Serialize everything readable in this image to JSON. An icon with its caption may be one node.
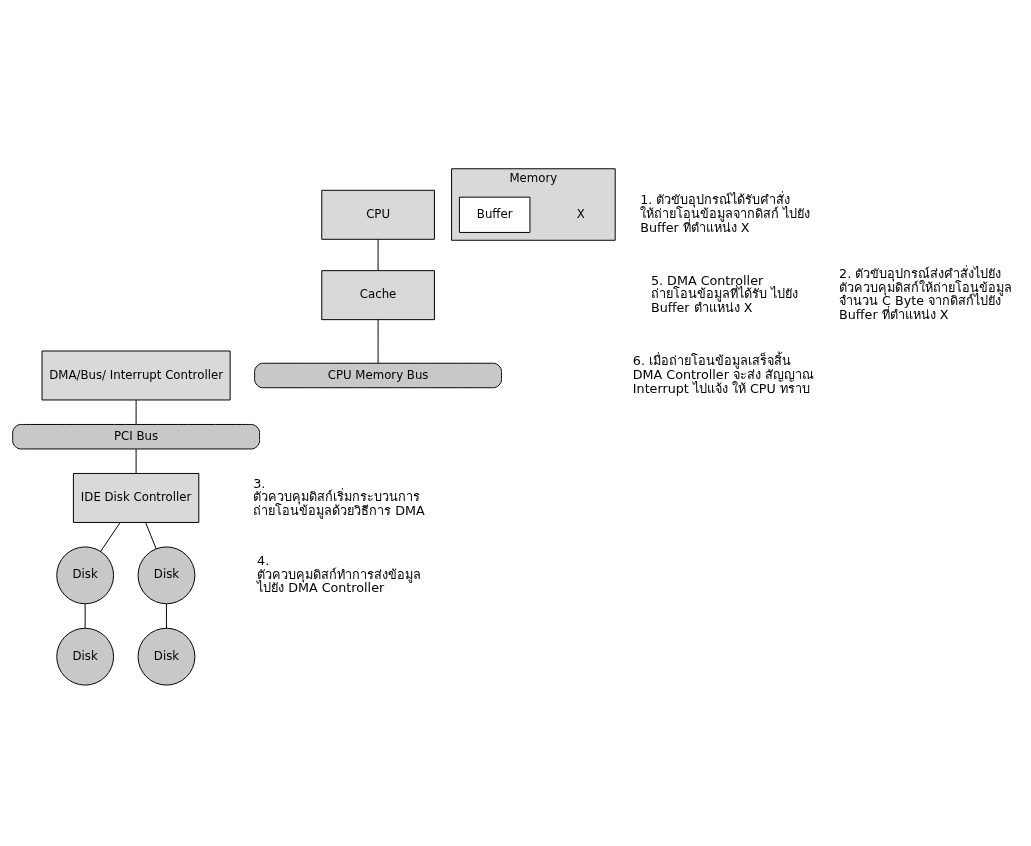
{
  "diagram": {
    "nodes": [
      {
        "text": [
          "CPU"
        ]
      },
      {
        "text": [
          "Cache"
        ]
      },
      {
        "text": [
          "DMA/Bus/ Interrupt Controller"
        ]
      },
      {
        "text": [
          "CPU Memory Bus"
        ]
      },
      {
        "text": [
          "Memory"
        ]
      },
      {
        "text": [
          "Buffer"
        ],
        "in": 4
      },
      {
        "text": [
          "PCI Bus"
        ]
      },
      {
        "text": [
          "IDE Disk Controller"
        ]
      },
      {
        "text": [
          "Disk"
        ]
      },
      {
        "text": [
          "Disk"
        ]
      },
      {
        "text": [
          "Disk"
        ]
      },
      {
        "text": [
          "Disk"
        ]
      }
    ],
    "edges": [
      {
        "from": 0,
        "to": 1,
        "arrow": "none"
      },
      {
        "from": 1,
        "to": 3,
        "arrow": "none"
      },
      {
        "from": 2,
        "to": 6,
        "arrow": "none"
      },
      {
        "from": 6,
        "to": 7,
        "arrow": "none"
      },
      {
        "from": 7,
        "to": 8,
        "arrow": "none"
      },
      {
        "from": 7,
        "to": 9,
        "arrow": "none"
      },
      {
        "from": 8,
        "to": 10,
        "arrow": "none"
      },
      {
        "from": 9,
        "to": 11,
        "arrow": "none"
      }
    ],
    "labels": [
      "1. ตัวขับอุปกรณ์ได้รับคำสั่ง ให้ถ่ายโอนข้อมูลจากดิสก์ ไปยัง Buffer ที่ตำแหน่ง X",
      "5. DMA Controller ถ่ายโอนข้อมูลที่ได้รับ ไปยัง Buffer ตำแหน่ง X",
      "2. ตัวขับอุปกรณ์ส่งคำสั่งไปยัง ตัวควบคุมดิสก์ให้ถ่ายโอนข้อมูล จำนวน C Byte จากดิสก์ไปยัง Buffer ที่ตำแหน่ง X",
      "6. เมื่อถ่ายโอนข้อมูลเสร็จสิ้น DMA Controller จะส่ง สัญญาณ Interrupt ไปแจ้ง ให้ CPU ทราบ",
      "X",
      "3. ตัวควบคุมดิสก์เริ่มกระบวนการ ถ่ายโอนข้อมูลด้วยวิธีการ DMA",
      "4. ตัวควบคุมดิสก์ทำการส่งข้อมูล ไปยัง DMA Controller"
    ]
  }
}
